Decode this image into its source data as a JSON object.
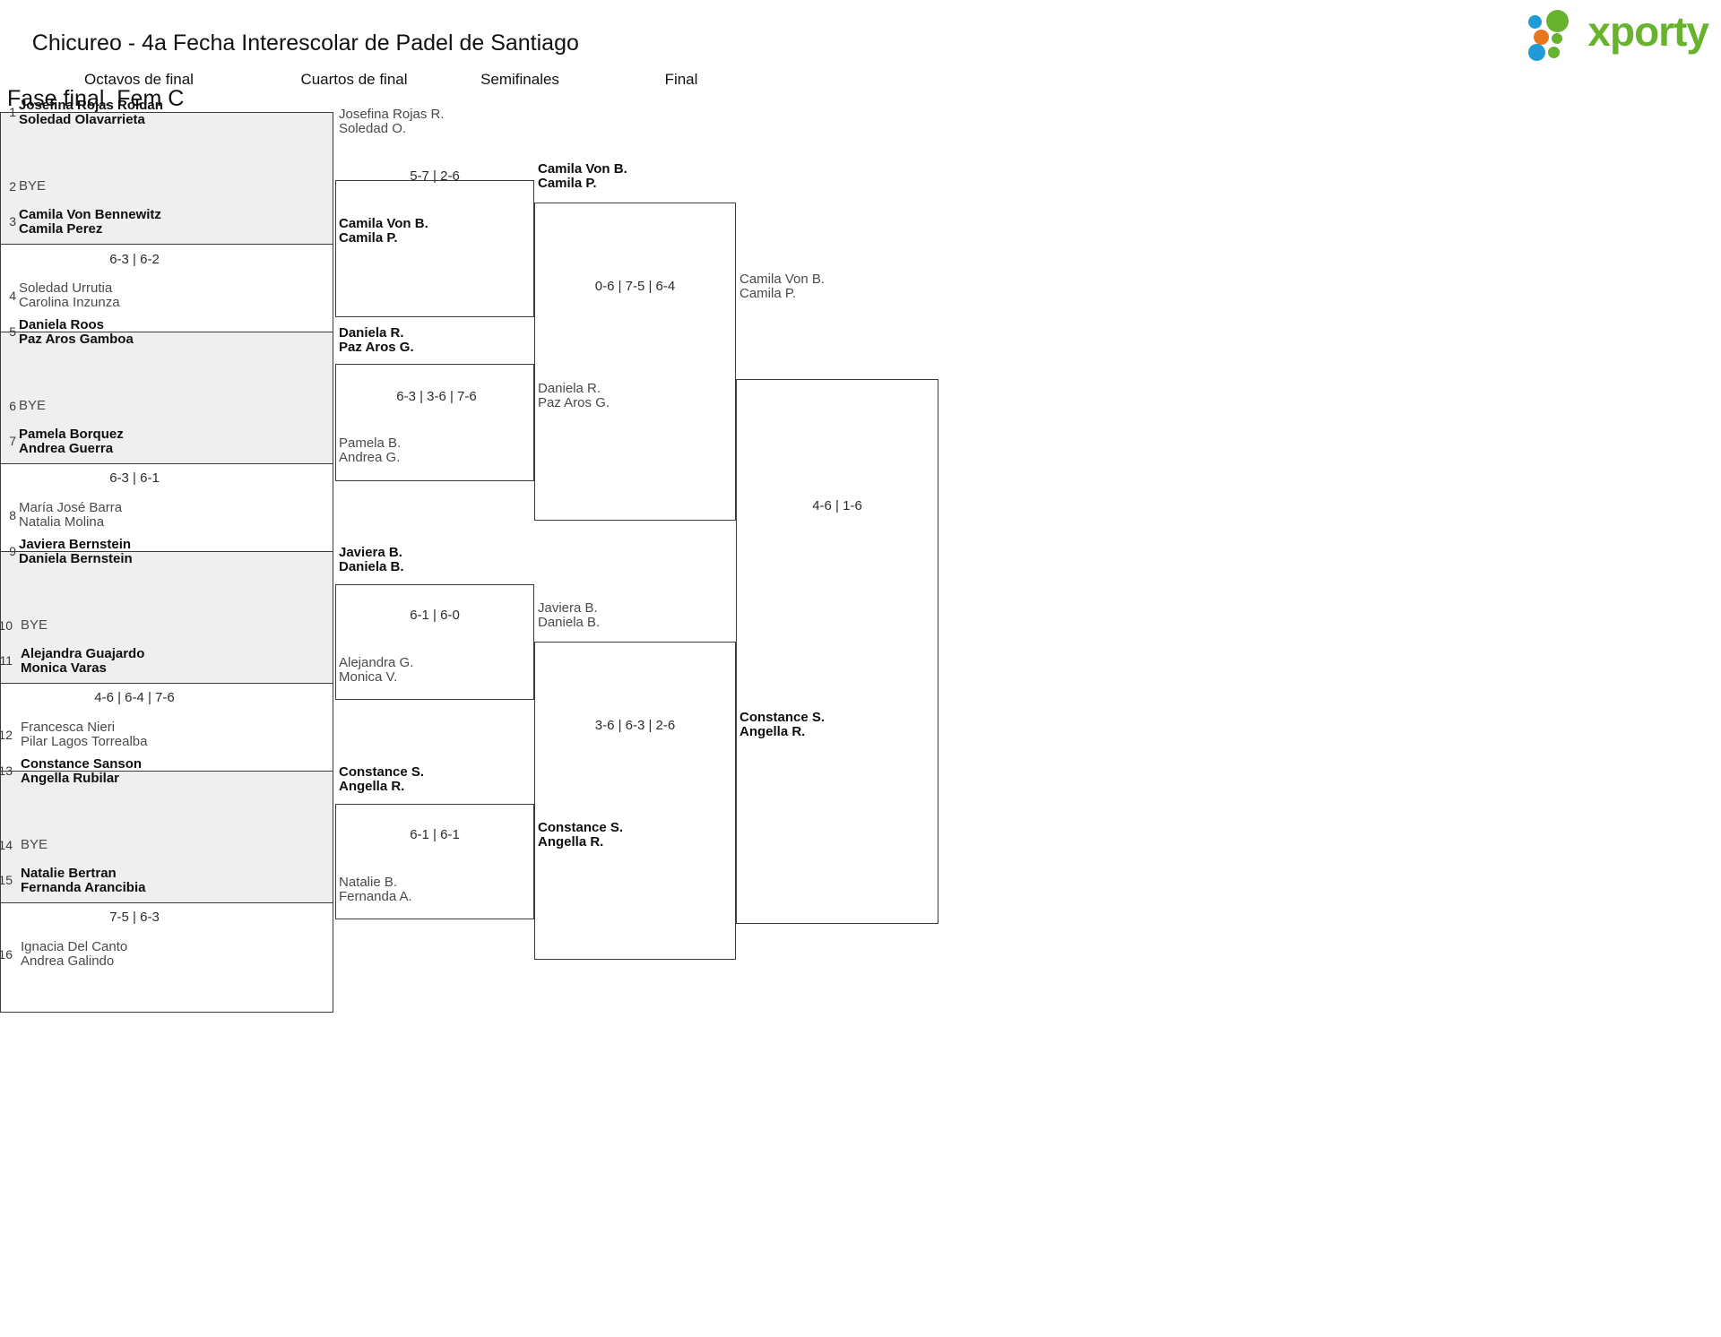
{
  "header": {
    "title_line1": "Chicureo - 4a Fecha Interescolar de Padel de Santiago",
    "title_line2": "Fase final. Fem C",
    "logo_text": "xporty",
    "logo_colors": {
      "blue": "#1f9cd8",
      "orange": "#e8761a",
      "green": "#67b32e"
    }
  },
  "rounds": [
    {
      "key": "r16",
      "label": "Octavos de final"
    },
    {
      "key": "qf",
      "label": "Cuartos de final"
    },
    {
      "key": "sf",
      "label": "Semifinales"
    },
    {
      "key": "f",
      "label": "Final"
    }
  ],
  "r16": {
    "matches": [
      {
        "shaded": true,
        "score": "",
        "top": {
          "seed": "1",
          "p1": "Josefina Rojas Roldan",
          "p2": "Soledad Olavarrieta",
          "winner": true
        },
        "bottom": {
          "seed": "2",
          "bye": "BYE",
          "winner": false
        }
      },
      {
        "shaded": false,
        "score": "6-3 | 6-2",
        "top": {
          "seed": "3",
          "p1": "Camila Von Bennewitz",
          "p2": "Camila Perez",
          "winner": true
        },
        "bottom": {
          "seed": "4",
          "p1": "Soledad Urrutia",
          "p2": "Carolina Inzunza",
          "winner": false
        }
      },
      {
        "shaded": true,
        "score": "",
        "top": {
          "seed": "5",
          "p1": "Daniela Roos",
          "p2": "Paz Aros Gamboa",
          "winner": true
        },
        "bottom": {
          "seed": "6",
          "bye": "BYE",
          "winner": false
        }
      },
      {
        "shaded": false,
        "score": "6-3 | 6-1",
        "top": {
          "seed": "7",
          "p1": "Pamela Borquez",
          "p2": "Andrea Guerra",
          "winner": true
        },
        "bottom": {
          "seed": "8",
          "p1": "María José Barra",
          "p2": "Natalia Molina",
          "winner": false
        }
      },
      {
        "shaded": true,
        "score": "",
        "top": {
          "seed": "9",
          "p1": "Javiera Bernstein",
          "p2": "Daniela Bernstein",
          "winner": true
        },
        "bottom": {
          "seed": "10",
          "bye": "BYE",
          "winner": false
        }
      },
      {
        "shaded": false,
        "score": "4-6 | 6-4 | 7-6",
        "top": {
          "seed": "11",
          "p1": "Alejandra Guajardo",
          "p2": "Monica Varas",
          "winner": true
        },
        "bottom": {
          "seed": "12",
          "p1": "Francesca Nieri",
          "p2": "Pilar Lagos Torrealba",
          "winner": false
        }
      },
      {
        "shaded": true,
        "score": "",
        "top": {
          "seed": "13",
          "p1": "Constance Sanson",
          "p2": "Angella Rubilar",
          "winner": true
        },
        "bottom": {
          "seed": "14",
          "bye": "BYE",
          "winner": false
        }
      },
      {
        "shaded": false,
        "score": "7-5 | 6-3",
        "top": {
          "seed": "15",
          "p1": "Natalie Bertran",
          "p2": "Fernanda Arancibia",
          "winner": true
        },
        "bottom": {
          "seed": "16",
          "p1": "Ignacia Del Canto",
          "p2": "Andrea Galindo",
          "winner": false
        }
      }
    ]
  },
  "qf": {
    "matches": [
      {
        "score": "5-7 | 2-6",
        "top": {
          "p1": "Josefina Rojas R.",
          "p2": "Soledad O.",
          "winner": false
        },
        "bottom": {
          "p1": "Camila Von B.",
          "p2": "Camila P.",
          "winner": true
        }
      },
      {
        "score": "6-3 | 3-6 | 7-6",
        "top": {
          "p1": "Daniela R.",
          "p2": "Paz Aros G.",
          "winner": true
        },
        "bottom": {
          "p1": "Pamela B.",
          "p2": "Andrea G.",
          "winner": false
        }
      },
      {
        "score": "6-1 | 6-0",
        "top": {
          "p1": "Javiera B.",
          "p2": "Daniela B.",
          "winner": true
        },
        "bottom": {
          "p1": "Alejandra G.",
          "p2": "Monica V.",
          "winner": false
        }
      },
      {
        "score": "6-1 | 6-1",
        "top": {
          "p1": "Constance S.",
          "p2": "Angella R.",
          "winner": true
        },
        "bottom": {
          "p1": "Natalie B.",
          "p2": "Fernanda A.",
          "winner": false
        }
      }
    ]
  },
  "sf": {
    "matches": [
      {
        "score": "0-6 | 7-5 | 6-4",
        "top": {
          "p1": "Camila Von B.",
          "p2": "Camila P.",
          "winner": true
        },
        "bottom": {
          "p1": "Daniela R.",
          "p2": "Paz Aros G.",
          "winner": false
        }
      },
      {
        "score": "3-6 | 6-3 | 2-6",
        "top": {
          "p1": "Javiera B.",
          "p2": "Daniela B.",
          "winner": false
        },
        "bottom": {
          "p1": "Constance S.",
          "p2": "Angella R.",
          "winner": true
        }
      }
    ]
  },
  "f": {
    "matches": [
      {
        "score": "4-6 | 1-6",
        "top": {
          "p1": "Camila Von B.",
          "p2": "Camila P.",
          "winner": false
        },
        "bottom": {
          "p1": "Constance S.",
          "p2": "Angella R.",
          "winner": true
        }
      }
    ]
  },
  "champion": {
    "p1": "Constance S.",
    "p2": "Angella R."
  }
}
